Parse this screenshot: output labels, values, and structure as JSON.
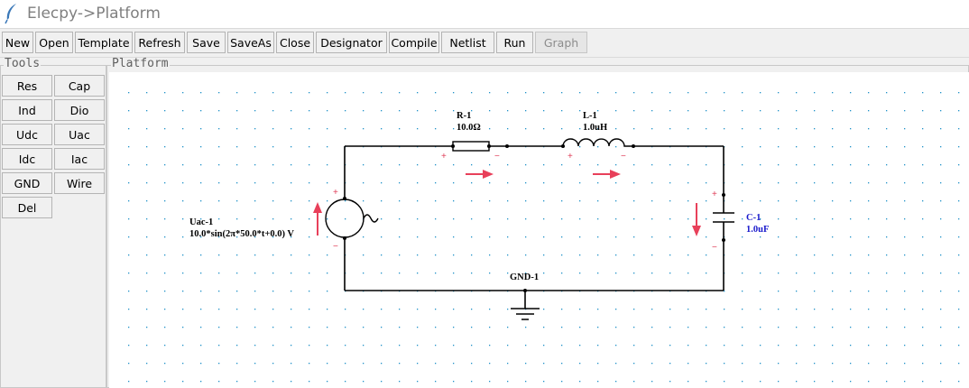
{
  "window": {
    "title": "Elecpy->Platform",
    "icon": "feather-icon"
  },
  "toolbar": {
    "buttons": [
      {
        "label": "New",
        "enabled": true
      },
      {
        "label": "Open",
        "enabled": true
      },
      {
        "label": "Template",
        "enabled": true
      },
      {
        "label": "Refresh",
        "enabled": true
      },
      {
        "label": "Save",
        "enabled": true
      },
      {
        "label": "SaveAs",
        "enabled": true
      },
      {
        "label": "Close",
        "enabled": true
      },
      {
        "label": "Designator",
        "enabled": true
      },
      {
        "label": "Compile",
        "enabled": true
      },
      {
        "label": "Netlist",
        "enabled": true
      },
      {
        "label": "Run",
        "enabled": true
      },
      {
        "label": "Graph",
        "enabled": false
      }
    ]
  },
  "tools": {
    "title": "Tools",
    "buttons": [
      "Res",
      "Cap",
      "Ind",
      "Dio",
      "Udc",
      "Uac",
      "Idc",
      "Iac",
      "GND",
      "Wire",
      "Del"
    ]
  },
  "platform": {
    "title": "Platform",
    "components": {
      "resistor": {
        "name": "R-1",
        "value": "10.0Ω"
      },
      "inductor": {
        "name": "L-1",
        "value": "1.0uH"
      },
      "capacitor": {
        "name": "C-1",
        "value": "1.0uF"
      },
      "source": {
        "name": "Uac-1",
        "value": "10.0*sin(2π*50.0*t+0.0) V"
      },
      "ground": {
        "name": "GND-1"
      }
    },
    "signs": {
      "plus": "+",
      "minus": "−"
    },
    "colors": {
      "wire": "#000000",
      "arrow": "#e8405a",
      "grid_dot": "#1e90c8",
      "capacitor_label": "#1a1acc"
    }
  }
}
